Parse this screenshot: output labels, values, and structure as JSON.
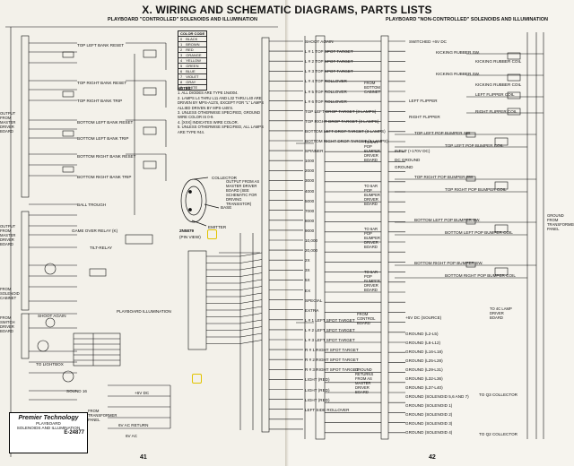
{
  "header": {
    "title": "X.  WIRING AND SCHEMATIC DIAGRAMS, PARTS LISTS",
    "left_subtitle": "PLAYBOARD \"CONTROLLED\" SOLENOIDS AND ILLUMINATION",
    "right_subtitle": "PLAYBOARD \"NON-CONTROLLED\" SOLENOIDS AND ILLUMINATION"
  },
  "color_code": {
    "title": "COLOR CODE",
    "rows": [
      {
        "code": "0",
        "color": "BLACK"
      },
      {
        "code": "1",
        "color": "BROWN"
      },
      {
        "code": "2",
        "color": "RED"
      },
      {
        "code": "3",
        "color": "ORANGE"
      },
      {
        "code": "4",
        "color": "YELLOW"
      },
      {
        "code": "5",
        "color": "GREEN"
      },
      {
        "code": "6",
        "color": "BLUE"
      },
      {
        "code": "7",
        "color": "VIOLET"
      },
      {
        "code": "8",
        "color": "GRAY"
      },
      {
        "code": "9",
        "color": "WHITE"
      }
    ]
  },
  "notes": {
    "title": "NOTES:",
    "items": [
      "1. ALL DIODES ARE TYPE 1N4004.",
      "2. LAMPS L4 THRU L11 AND L32 THRU L40 ARE DRIVEN BY MPS-A13'S, EXCEPT FOR \"L\" LAMPS ALLIED DRIVEN BY MPS-U45'S.",
      "3. UNLESS OTHERWISE SPECIFIED, GROUND WIRE COLOR IS 0-9.",
      "4. [XXX] INDICATES WIRE COLOR.",
      "5. UNLESS OTHERWISE SPECIFIED, ALL LAMPS ARE TYPE #44."
    ]
  },
  "transistor": {
    "collector": "COLLECTOR",
    "base": "BASE",
    "emitter": "EMITTER",
    "part": "2N5879",
    "view": "(PIN VIEW)"
  },
  "left_labels": {
    "output_master": "OUTPUT FROM MASTER DRIVER BOARD",
    "output_master_2": "OUTPUT FROM MASTER DRIVER BOARD",
    "from_solenoid": "FROM SOLENOID CABINET",
    "from_switch": "FROM SWITCH DRIVER BOARD",
    "game_over": "GAME OVER RELAY (K)",
    "tilt_relay": "TILT-RELAY",
    "shoot_again": "SHOOT AGAIN",
    "to_lightbox": "TO LIGHTBOX",
    "from_transformer": "FROM TRANSFORMER PANEL",
    "sound": "SOUND 16",
    "vdc_6": "+6V DC",
    "vac_return": "6V AC RETURN",
    "vac": "6V AC",
    "top_left_bank_reset": "TOP LEFT BANK RESET",
    "top_right_bank_reset": "TOP RIGHT BANK RESET",
    "bottom_left_bank_reset": "BOTTOM LEFT BANK RESET",
    "bottom_right_bank_reset": "BOTTOM RIGHT BANK RESET",
    "ball_trough": "BALL TROUGH",
    "top_right_bank_trip": "TOP RIGHT BANK TRIP",
    "bottom_left_bank_trip": "BOTTOM LEFT BANK TRIP",
    "bottom_right_bank_trip": "BOTTOM RIGHT BANK TRIP",
    "playboard_illumination": "PLAYBOARD ILLUMINATION",
    "mpu_output": "OUTPUT FROM AS MASTER DRIVER BOARD (SEE SCHEMATIC FOR DRIVING TRANSISTOR)"
  },
  "lamp_column": [
    "SHOOT AGAIN",
    "L # 1 TOP SPOT TARGET",
    "L # 2 TOP SPOT TARGET",
    "L # 3 TOP SPOT TARGET",
    "L # 4 TOP ROLLOVER",
    "L # 5 TOP ROLLOVER",
    "L # 6 TOP ROLLOVER",
    "TOP LEFT DROP TARGET (3 LAMPS)",
    "TOP RIGHT DROP TARGET (3 LAMPS)",
    "BOTTOM LEFT DROP TARGET (3 LAMPS)",
    "BOTTOM RIGHT DROP TARGET (3 LAMPS)",
    "SPINNER",
    "1000",
    "2000",
    "3000",
    "4000",
    "5000",
    "7000",
    "8000",
    "9000",
    "10,000",
    "20,000",
    "2X",
    "3X",
    "5X",
    "EX",
    "SPECIAL",
    "EXTRA",
    "L # 1 LEFT SPOT TARGET",
    "L # 2 LEFT SPOT TARGET",
    "L # 3 LEFT SPOT TARGET",
    "R # 1 RIGHT SPOT TARGET",
    "R # 2 RIGHT SPOT TARGET",
    "R # 3 RIGHT SPOT TARGET",
    "LIGHT (RED)",
    "LIGHT (RED)",
    "LIGHT (RED)",
    "LEFT SIDE ROLLOVER"
  ],
  "right_labels": {
    "switched_6vdc": "SWITCHED +6V DC",
    "kicking_rubber_1": "KICKING RUBBER SW.",
    "kicking_rubber_2": "KICKING RUBBER SW.",
    "kicking_rubber_coil_1": "KICKING RUBBER COIL",
    "kicking_rubber_coil_2": "KICKING RUBBER COIL",
    "left_flipper": "LEFT FLIPPER",
    "right_flipper": "RIGHT FLIPPER",
    "left_flipper_coil": "LEFT FLIPPER COIL",
    "right_flipper_coil": "RIGHT FLIPPER COIL",
    "from_bottom_cabinet": "FROM BOTTOM CABINET",
    "top_left_pop_sw": "TOP LEFT POP BUMPER SW.",
    "top_right_pop_sw": "TOP RIGHT POP BUMPER SW.",
    "bottom_left_pop_sw": "BOTTOM LEFT POP BUMPER SW.",
    "bottom_right_pop_sw": "BOTTOM RIGHT POP BUMPER SW.",
    "top_left_pop_coil": "TOP LEFT POP BUMPER COIL",
    "top_right_pop_coil": "TOP RIGHT POP BUMPER COIL",
    "bottom_left_pop_coil": "BOTTOM LEFT POP BUMPER COIL",
    "bottom_right_pop_coil": "BOTTOM RIGHT POP BUMPER COIL",
    "to_pop_driver_1": "TO 6AR POP BUMPER DRIVER BOARD",
    "to_pop_driver_2": "TO 6AR POP BUMPER DRIVER BOARD",
    "to_pop_driver_3": "TO 6AR POP BUMPER DRIVER BOARD",
    "to_pop_driver_4": "TO 6AR POP BUMPER DRIVER BOARD",
    "dc_ground": "DC GROUND",
    "input": "INPUT (+170V DC)",
    "ground": "GROUND",
    "from_control": "FROM CONTROL BOARD",
    "from_transformer_panel": "GROUND FROM TRANSFORMER PANEL",
    "to_mpu": "TO 4C LAMP DRIVER BOARD",
    "ground_returns": "GROUND RETURNS FROM AS MASTER DRIVER BOARD",
    "vdc_source": "+6V DC (SOURCE)",
    "to_q3_collector": "TO Q3 COLLECTOR",
    "to_q2_collector": "TO Q2 COLLECTOR",
    "ground_items": [
      "GROUND (L2-L5)",
      "GROUND (L6-L12)",
      "GROUND (L16-L18)",
      "GROUND (L25-L28)",
      "GROUND (L29-L31)",
      "GROUND (L32-L36)",
      "GROUND (L37-L40)",
      "GROUND (SOLENOID 5,6 AND 7)",
      "GROUND (SOLENOID 1)",
      "GROUND (SOLENOID 2)",
      "GROUND (SOLENOID 3)",
      "GROUND (SOLENOID 4)"
    ]
  },
  "premier": {
    "brand": "Premier Technology",
    "line1": "PLAYBOARD",
    "line2": "SOLENOIDS AND ILLUMINATION",
    "drawing_no": "E-24877"
  },
  "page_numbers": {
    "left": "41",
    "right": "42"
  }
}
